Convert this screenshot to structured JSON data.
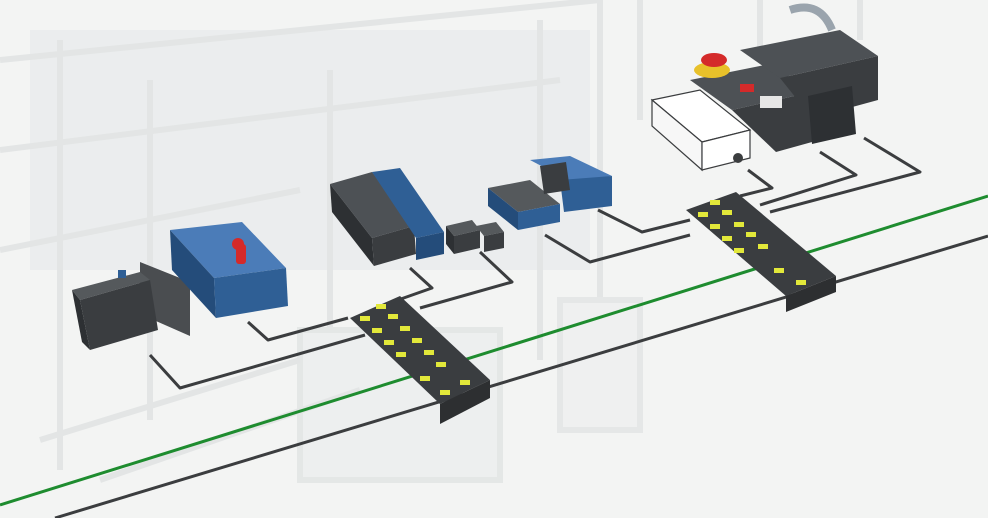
{
  "scene": {
    "colors": {
      "background": "#f3f4f3",
      "factory_ghost": "#dfe3e4",
      "device_dark": "#3a3d40",
      "device_top": "#4d5155",
      "device_blue": "#2f5f95",
      "device_blue_top": "#4b7cb8",
      "module_black": "#2d2f31",
      "port_yellow": "#e2e83a",
      "cable_gray": "#3b3d3f",
      "bus_green": "#1e8c2f",
      "actuator_red": "#d42a2a",
      "estop_yellow": "#e8c12a"
    },
    "devices": [
      {
        "name": "hinge-safety-switch",
        "kind": "dark"
      },
      {
        "name": "solenoid-interlock",
        "kind": "blue",
        "has_red_handle": true
      },
      {
        "name": "guard-locking-magnet",
        "kind": "dark"
      },
      {
        "name": "rfid-sensor-pair",
        "kind": "dark"
      },
      {
        "name": "sensor-actuator-pair",
        "kind": "blue"
      },
      {
        "name": "safety-tongue-interlock",
        "kind": "blue"
      },
      {
        "name": "control-panel-estop",
        "kind": "dark",
        "has_estop": true
      },
      {
        "name": "door-handle-actuator",
        "kind": "dark"
      },
      {
        "name": "compact-sensor-outline",
        "kind": "outline"
      }
    ],
    "io_modules": [
      {
        "name": "io-module-left"
      },
      {
        "name": "io-module-right"
      }
    ]
  }
}
